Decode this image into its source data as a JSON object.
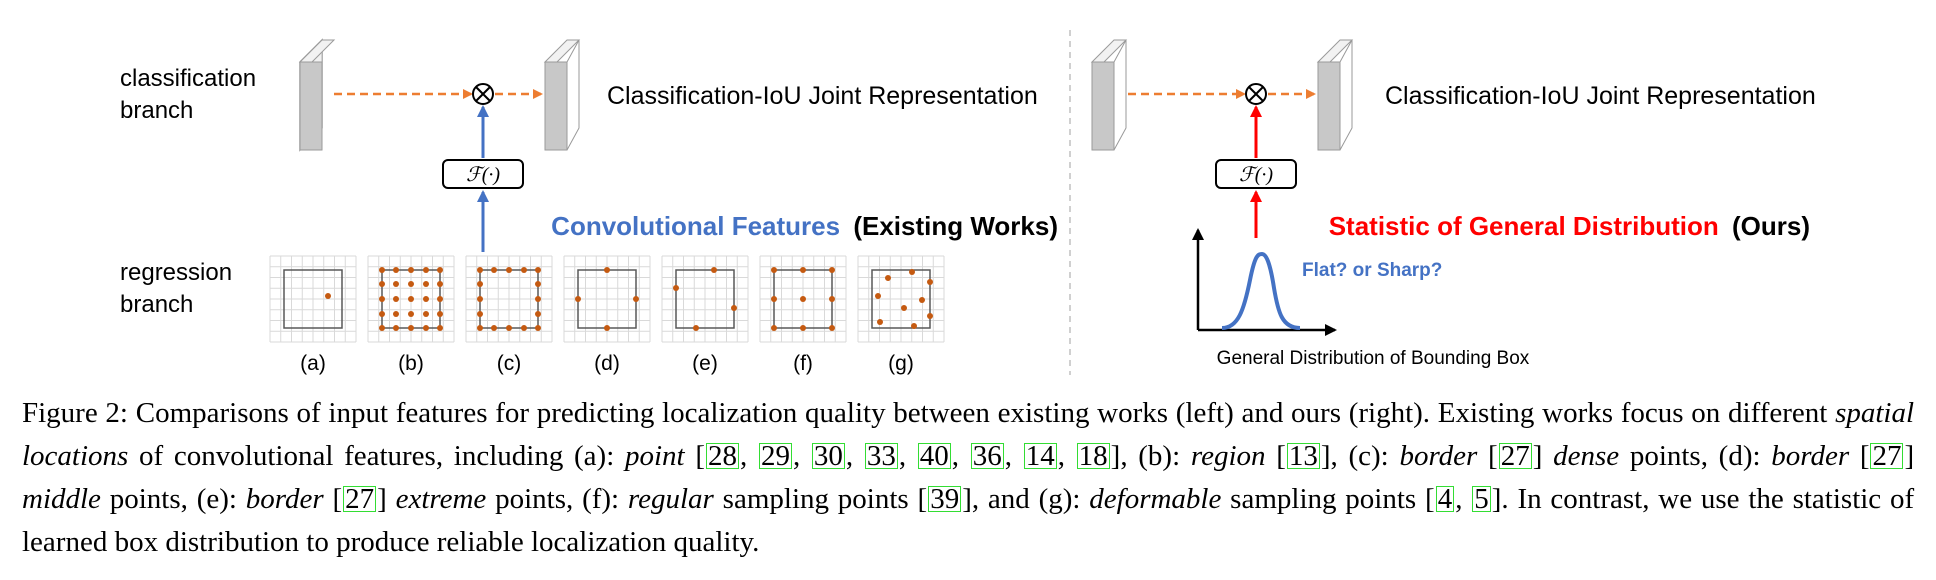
{
  "figure": {
    "left": {
      "branch_cls": [
        "classification",
        "branch"
      ],
      "branch_reg": [
        "regression",
        "branch"
      ],
      "joint_label": "Classification-IoU Joint Representation",
      "func_label": "ℱ(·)",
      "title_blue": "Convolutional Features",
      "title_black": "(Existing Works)",
      "panels": [
        "(a)",
        "(b)",
        "(c)",
        "(d)",
        "(e)",
        "(f)",
        "(g)"
      ]
    },
    "right": {
      "joint_label": "Classification-IoU Joint Representation",
      "func_label": "ℱ(·)",
      "title_red": "Statistic of General Distribution",
      "title_black": "(Ours)",
      "question": "Flat? or Sharp?",
      "dist_label": "General Distribution of Bounding Box"
    },
    "colors": {
      "orange": "#ed7d31",
      "blue": "#4472c4",
      "red": "#ff0000",
      "dot": "#c55a11",
      "grid": "#d9d9d9",
      "plate_front": "#c8c8c8",
      "plate_side": "#ffffff"
    }
  },
  "caption": {
    "label": "Figure 2:",
    "s1": "Comparisons of input features for predicting localization quality between existing works (left) and ours (right). Existing works focus on different",
    "i1": "spatial locations",
    "s2": "of convolutional features, including (a):",
    "i2": "point",
    "refs_a": [
      "28",
      "29",
      "30",
      "33",
      "40",
      "36",
      "14",
      "18"
    ],
    "s3": ", (b):",
    "i3": "region",
    "refs_b": [
      "13"
    ],
    "s4": ", (c):",
    "i4": "border",
    "refs_c": [
      "27"
    ],
    "i5": "dense",
    "s5": "points, (d):",
    "i6": "border",
    "refs_d": [
      "27"
    ],
    "i7": "middle",
    "s6": "points, (e):",
    "i8": "border",
    "refs_e": [
      "27"
    ],
    "i9": "extreme",
    "s7": "points, (f):",
    "i10": "regular",
    "s8": "sampling points",
    "refs_f": [
      "39"
    ],
    "s9": ", and (g):",
    "i11": "deformable",
    "s10": "sampling points",
    "refs_g": [
      "4",
      "5"
    ],
    "s11": ". In contrast, we use the statistic of learned box distribution to produce reliable localization quality."
  }
}
